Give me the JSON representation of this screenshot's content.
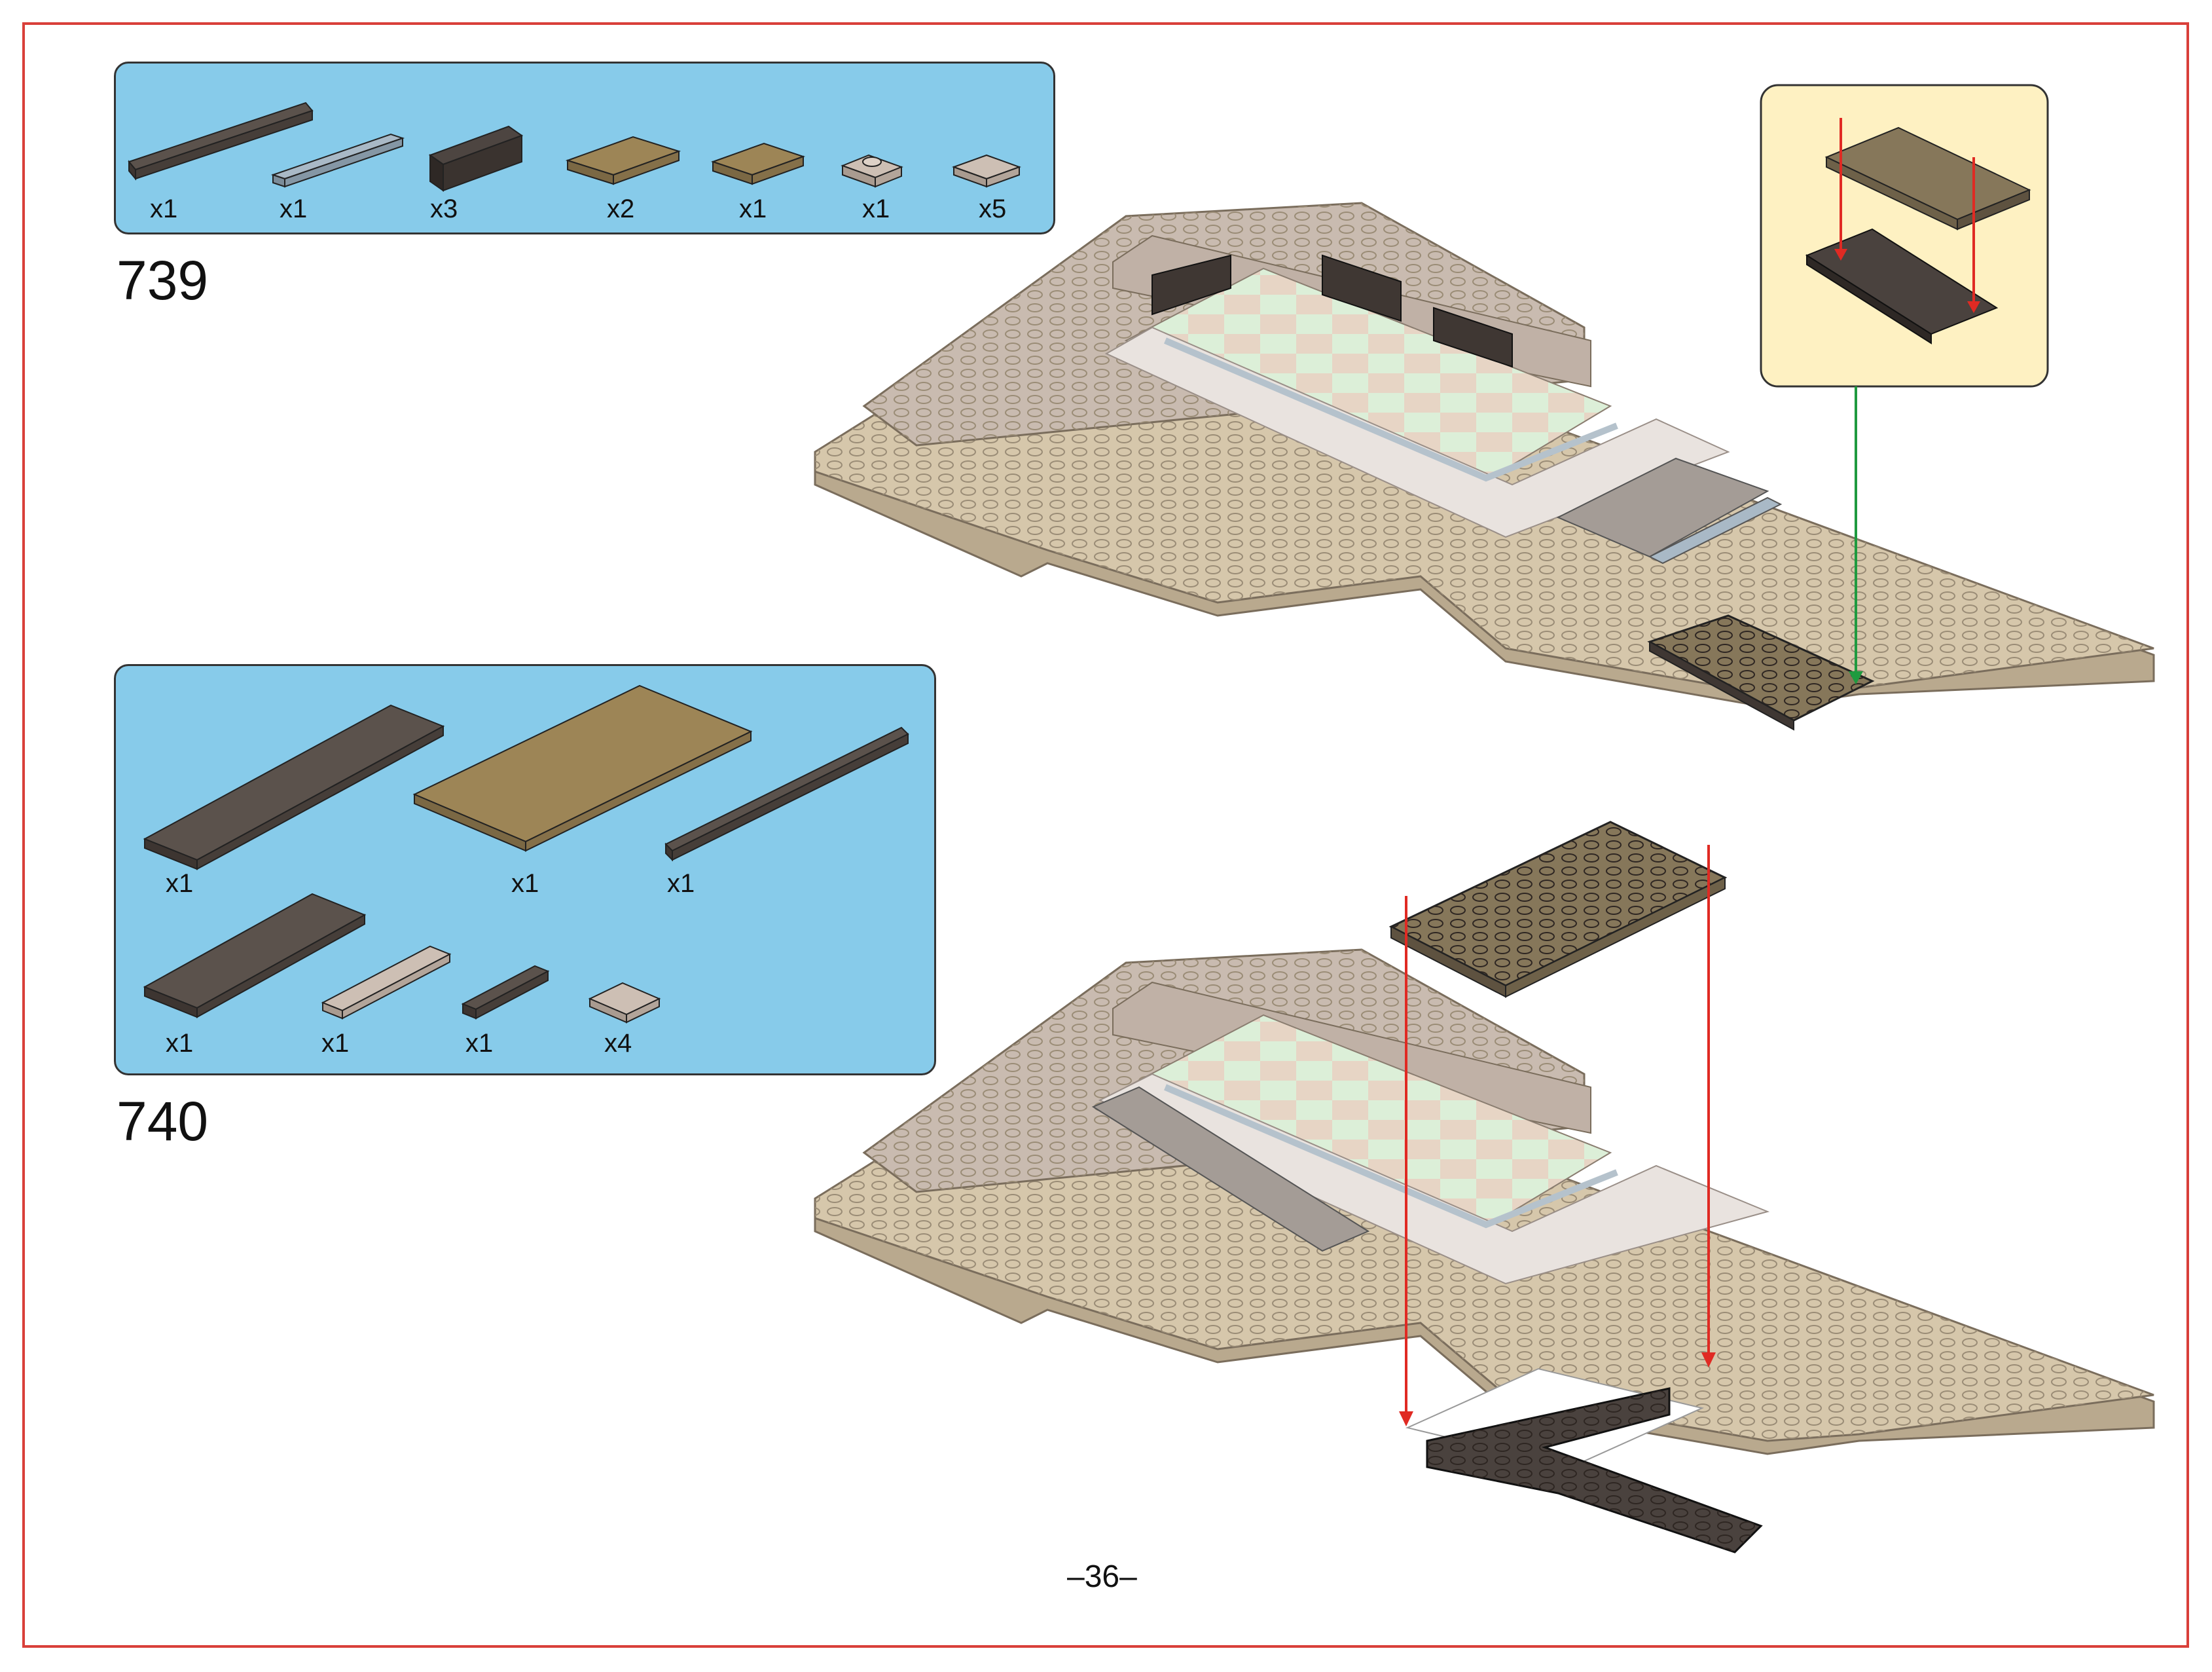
{
  "page_number": "–36–",
  "steps": [
    {
      "number": "739",
      "parts": [
        {
          "qty": "x1",
          "color": "#5b524c",
          "icon": "plate-2x8-dark-brown"
        },
        {
          "qty": "x1",
          "color": "#a9b9c6",
          "icon": "tile-1x6-light-blue-grey"
        },
        {
          "qty": "x3",
          "color": "#4d4541",
          "icon": "brick-1x4-dark-brown"
        },
        {
          "qty": "x2",
          "color": "#9d8556",
          "icon": "plate-2x4-tan-brown"
        },
        {
          "qty": "x1",
          "color": "#9d8556",
          "icon": "plate-2x3-tan-brown"
        },
        {
          "qty": "x1",
          "color": "#cdbfb4",
          "icon": "jumper-plate-1x2"
        },
        {
          "qty": "x5",
          "color": "#cdbfb4",
          "icon": "tile-2x2"
        }
      ]
    },
    {
      "number": "740",
      "parts": [
        {
          "qty": "x1",
          "color": "#5b524c",
          "icon": "plate-2x12-dark-brown"
        },
        {
          "qty": "x1",
          "color": "#9d8556",
          "icon": "plate-6x12-tan-brown"
        },
        {
          "qty": "x1",
          "color": "#5b524c",
          "icon": "plate-1x12-dark-brown"
        },
        {
          "qty": "x1",
          "color": "#5b524c",
          "icon": "plate-2x8-dark-brown"
        },
        {
          "qty": "x1",
          "color": "#cdbfb4",
          "icon": "tile-1x6"
        },
        {
          "qty": "x1",
          "color": "#5b524c",
          "icon": "plate-1x4-dark-brown"
        },
        {
          "qty": "x4",
          "color": "#cdbfb4",
          "icon": "tile-2x2"
        }
      ]
    }
  ],
  "colors": {
    "frame": "#d9403a",
    "parts_panel": "#87cbea",
    "callout_panel": "#fef1c2",
    "tan_base": "#d6c7ab",
    "grey_beige": "#c9bbb0",
    "dark_brown": "#5b524c",
    "olive_brown": "#86775a",
    "mint": "#dcefd8",
    "arrow_red": "#e02a23",
    "arrow_green": "#1f9a3f"
  }
}
